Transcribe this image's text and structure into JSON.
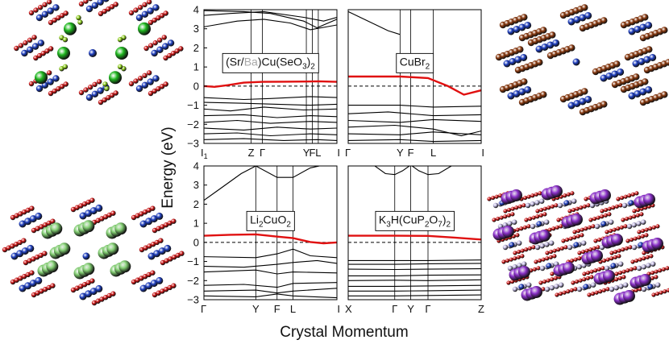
{
  "figure": {
    "ylabel": "Energy (eV)",
    "xlabel": "Crystal Momentum"
  },
  "chart_data": [
    {
      "type": "line",
      "label_parts": [
        {
          "t": "(Sr/",
          "sub": false,
          "gray": false
        },
        {
          "t": "Ba",
          "sub": false,
          "gray": true
        },
        {
          "t": ")Cu(SeO",
          "sub": false,
          "gray": false
        },
        {
          "t": "3",
          "sub": true,
          "gray": false
        },
        {
          "t": ")",
          "sub": false,
          "gray": false
        },
        {
          "t": "2",
          "sub": true,
          "gray": false
        }
      ],
      "ylim": [
        -3,
        4
      ],
      "yticks": [
        4,
        3,
        2,
        1,
        0,
        -1,
        -2,
        -3
      ],
      "xlim": [
        0,
        1
      ],
      "kticks": [
        {
          "x": 0.0,
          "label": "I1"
        },
        {
          "x": 0.355,
          "label": "Z"
        },
        {
          "x": 0.44,
          "label": "Γ"
        },
        {
          "x": 0.77,
          "label": "Y"
        },
        {
          "x": 0.815,
          "label": "F"
        },
        {
          "x": 0.86,
          "label": "L"
        },
        {
          "x": 1.0,
          "label": "I"
        }
      ],
      "fermi_level": 0,
      "highlight_band": [
        [
          0,
          0.0
        ],
        [
          0.08,
          -0.04
        ],
        [
          0.18,
          0.05
        ],
        [
          0.3,
          0.18
        ],
        [
          0.44,
          0.22
        ],
        [
          0.6,
          0.23
        ],
        [
          0.77,
          0.24
        ],
        [
          0.86,
          0.25
        ],
        [
          1.0,
          0.22
        ]
      ],
      "bands": [
        [
          [
            0,
            -0.6
          ],
          [
            0.3,
            -0.7
          ],
          [
            0.5,
            -0.65
          ],
          [
            0.8,
            -0.55
          ],
          [
            1,
            -0.6
          ]
        ],
        [
          [
            0,
            -0.85
          ],
          [
            0.3,
            -0.9
          ],
          [
            0.55,
            -0.95
          ],
          [
            0.8,
            -1.0
          ],
          [
            1,
            -0.95
          ]
        ],
        [
          [
            0,
            -1.2
          ],
          [
            0.2,
            -1.3
          ],
          [
            0.45,
            -1.1
          ],
          [
            0.75,
            -1.25
          ],
          [
            1,
            -1.2
          ]
        ],
        [
          [
            0,
            -1.55
          ],
          [
            0.3,
            -1.5
          ],
          [
            0.55,
            -1.65
          ],
          [
            0.8,
            -1.55
          ],
          [
            1,
            -1.6
          ]
        ],
        [
          [
            0,
            -1.9
          ],
          [
            0.25,
            -1.8
          ],
          [
            0.5,
            -1.95
          ],
          [
            0.8,
            -1.85
          ],
          [
            1,
            -1.9
          ]
        ],
        [
          [
            0,
            -2.2
          ],
          [
            0.3,
            -2.3
          ],
          [
            0.55,
            -2.15
          ],
          [
            0.8,
            -2.25
          ],
          [
            1,
            -2.2
          ]
        ],
        [
          [
            0,
            -2.5
          ],
          [
            0.25,
            -2.45
          ],
          [
            0.5,
            -2.6
          ],
          [
            0.8,
            -2.5
          ],
          [
            1,
            -2.55
          ]
        ],
        [
          [
            0,
            -2.8
          ],
          [
            0.3,
            -2.75
          ],
          [
            0.6,
            -2.85
          ],
          [
            0.85,
            -2.8
          ],
          [
            1,
            -2.85
          ]
        ],
        [
          [
            0,
            3.7
          ],
          [
            0.2,
            3.8
          ],
          [
            0.45,
            3.9
          ],
          [
            0.75,
            3.6
          ],
          [
            0.9,
            3.4
          ],
          [
            1,
            3.6
          ]
        ],
        [
          [
            0,
            3.95
          ],
          [
            0.3,
            3.9
          ],
          [
            0.5,
            3.8
          ],
          [
            0.75,
            3.4
          ],
          [
            0.85,
            3.05
          ],
          [
            1,
            3.5
          ]
        ],
        [
          [
            0,
            3.1
          ],
          [
            0.25,
            3.4
          ],
          [
            0.45,
            3.5
          ],
          [
            0.65,
            3.3
          ],
          [
            0.8,
            2.95
          ],
          [
            1,
            3.2
          ]
        ]
      ]
    },
    {
      "type": "line",
      "label_parts": [
        {
          "t": "CuBr",
          "sub": false,
          "gray": false
        },
        {
          "t": "2",
          "sub": true,
          "gray": false
        }
      ],
      "ylim": [
        -3,
        4
      ],
      "yticks": [],
      "xlim": [
        0,
        1
      ],
      "kticks": [
        {
          "x": 0.0,
          "label": "Γ"
        },
        {
          "x": 0.39,
          "label": "Y"
        },
        {
          "x": 0.47,
          "label": "F"
        },
        {
          "x": 0.64,
          "label": "L"
        },
        {
          "x": 1.0,
          "label": "I"
        }
      ],
      "fermi_level": 0,
      "highlight_band": [
        [
          0,
          0.5
        ],
        [
          0.39,
          0.5
        ],
        [
          0.6,
          0.42
        ],
        [
          0.75,
          0.0
        ],
        [
          0.87,
          -0.45
        ],
        [
          1.0,
          -0.22
        ]
      ],
      "bands": [
        [
          [
            0,
            -1.0
          ],
          [
            0.39,
            -1.0
          ],
          [
            0.64,
            -1.1
          ],
          [
            1,
            -1.05
          ]
        ],
        [
          [
            0,
            -1.45
          ],
          [
            0.3,
            -1.35
          ],
          [
            0.64,
            -1.55
          ],
          [
            1,
            -1.5
          ]
        ],
        [
          [
            0,
            -1.8
          ],
          [
            0.39,
            -1.9
          ],
          [
            0.64,
            -1.75
          ],
          [
            1,
            -1.85
          ]
        ],
        [
          [
            0,
            -2.15
          ],
          [
            0.35,
            -2.05
          ],
          [
            0.64,
            -2.25
          ],
          [
            0.85,
            -2.6
          ],
          [
            1,
            -2.35
          ]
        ],
        [
          [
            0,
            -2.5
          ],
          [
            0.39,
            -2.55
          ],
          [
            0.64,
            -2.4
          ],
          [
            1,
            -2.55
          ]
        ],
        [
          [
            0,
            -2.85
          ],
          [
            0.39,
            -2.8
          ],
          [
            0.64,
            -2.9
          ],
          [
            1,
            -2.85
          ]
        ],
        [
          [
            0,
            3.9
          ],
          [
            0.12,
            3.5
          ],
          [
            0.3,
            2.9
          ],
          [
            0.39,
            2.7
          ]
        ]
      ]
    },
    {
      "type": "line",
      "label_parts": [
        {
          "t": "Li",
          "sub": false,
          "gray": false
        },
        {
          "t": "2",
          "sub": true,
          "gray": false
        },
        {
          "t": "CuO",
          "sub": false,
          "gray": false
        },
        {
          "t": "2",
          "sub": true,
          "gray": false
        }
      ],
      "ylim": [
        -3,
        4
      ],
      "yticks": [
        4,
        3,
        2,
        1,
        0,
        -1,
        -2,
        -3
      ],
      "xlim": [
        0,
        1
      ],
      "kticks": [
        {
          "x": 0.0,
          "label": "Γ"
        },
        {
          "x": 0.39,
          "label": "Y"
        },
        {
          "x": 0.55,
          "label": "F"
        },
        {
          "x": 0.67,
          "label": "L"
        },
        {
          "x": 1.0,
          "label": "I"
        }
      ],
      "fermi_level": 0,
      "highlight_band": [
        [
          0,
          0.35
        ],
        [
          0.2,
          0.4
        ],
        [
          0.39,
          0.42
        ],
        [
          0.55,
          0.3
        ],
        [
          0.67,
          0.22
        ],
        [
          0.8,
          0.02
        ],
        [
          0.9,
          -0.05
        ],
        [
          1.0,
          0.0
        ]
      ],
      "bands": [
        [
          [
            0,
            2.2
          ],
          [
            0.12,
            2.8
          ],
          [
            0.28,
            3.6
          ],
          [
            0.39,
            4.0
          ],
          [
            0.55,
            3.4
          ],
          [
            0.67,
            3.4
          ],
          [
            0.8,
            3.9
          ],
          [
            1,
            4.2
          ]
        ],
        [
          [
            0,
            -0.75
          ],
          [
            0.39,
            -0.8
          ],
          [
            0.55,
            -0.6
          ],
          [
            0.67,
            -0.35
          ],
          [
            0.8,
            -0.7
          ],
          [
            1,
            -0.8
          ]
        ],
        [
          [
            0,
            -1.25
          ],
          [
            0.3,
            -1.3
          ],
          [
            0.55,
            -1.15
          ],
          [
            0.67,
            -1.05
          ],
          [
            0.85,
            -0.95
          ],
          [
            1,
            -1.1
          ]
        ],
        [
          [
            0,
            -1.55
          ],
          [
            0.39,
            -1.45
          ],
          [
            0.55,
            -1.65
          ],
          [
            0.67,
            -1.55
          ],
          [
            1,
            -1.6
          ]
        ],
        [
          [
            0,
            -2.25
          ],
          [
            0.3,
            -2.2
          ],
          [
            0.55,
            -2.35
          ],
          [
            0.67,
            -2.15
          ],
          [
            1,
            -2.1
          ]
        ],
        [
          [
            0,
            -2.55
          ],
          [
            0.39,
            -2.5
          ],
          [
            0.55,
            -2.65
          ],
          [
            0.67,
            -2.55
          ],
          [
            1,
            -2.4
          ]
        ],
        [
          [
            0,
            -2.8
          ],
          [
            0.39,
            -2.85
          ],
          [
            0.55,
            -2.7
          ],
          [
            0.67,
            -2.8
          ],
          [
            1,
            -2.9
          ]
        ]
      ]
    },
    {
      "type": "line",
      "label_parts": [
        {
          "t": "K",
          "sub": false,
          "gray": false
        },
        {
          "t": "3",
          "sub": true,
          "gray": false
        },
        {
          "t": "H(CuP",
          "sub": false,
          "gray": false
        },
        {
          "t": "2",
          "sub": true,
          "gray": false
        },
        {
          "t": "O",
          "sub": false,
          "gray": false
        },
        {
          "t": "7",
          "sub": true,
          "gray": false
        },
        {
          "t": ")",
          "sub": false,
          "gray": false
        },
        {
          "t": "2",
          "sub": true,
          "gray": false
        }
      ],
      "ylim": [
        -3,
        4
      ],
      "yticks": [],
      "xlim": [
        0,
        1
      ],
      "kticks": [
        {
          "x": 0.0,
          "label": "X"
        },
        {
          "x": 0.35,
          "label": "Γ"
        },
        {
          "x": 0.47,
          "label": "Y"
        },
        {
          "x": 0.6,
          "label": "Γ"
        },
        {
          "x": 1.0,
          "label": "Z"
        }
      ],
      "fermi_level": 0,
      "highlight_band": [
        [
          0,
          0.35
        ],
        [
          0.35,
          0.35
        ],
        [
          0.6,
          0.34
        ],
        [
          0.8,
          0.25
        ],
        [
          1.0,
          0.15
        ]
      ],
      "bands": [
        [
          [
            0.18,
            4.1
          ],
          [
            0.28,
            3.6
          ],
          [
            0.35,
            3.55
          ],
          [
            0.41,
            3.75
          ],
          [
            0.47,
            4.05
          ],
          [
            0.53,
            3.75
          ],
          [
            0.6,
            3.55
          ],
          [
            0.68,
            3.6
          ],
          [
            0.8,
            4.1
          ]
        ],
        [
          [
            0,
            -0.95
          ],
          [
            0.35,
            -0.95
          ],
          [
            0.6,
            -0.95
          ],
          [
            1,
            -0.92
          ]
        ],
        [
          [
            0,
            -1.15
          ],
          [
            0.35,
            -1.15
          ],
          [
            0.6,
            -1.12
          ],
          [
            1,
            -1.1
          ]
        ],
        [
          [
            0,
            -1.4
          ],
          [
            0.35,
            -1.42
          ],
          [
            0.6,
            -1.4
          ],
          [
            1,
            -1.38
          ]
        ],
        [
          [
            0,
            -1.75
          ],
          [
            0.35,
            -1.75
          ],
          [
            0.6,
            -1.72
          ],
          [
            1,
            -1.7
          ]
        ],
        [
          [
            0,
            -2.0
          ],
          [
            0.35,
            -1.98
          ],
          [
            0.6,
            -2.0
          ],
          [
            1,
            -1.96
          ]
        ],
        [
          [
            0,
            -2.3
          ],
          [
            0.35,
            -2.3
          ],
          [
            0.6,
            -2.28
          ],
          [
            1,
            -2.25
          ]
        ],
        [
          [
            0,
            -2.55
          ],
          [
            0.35,
            -2.55
          ],
          [
            0.6,
            -2.53
          ],
          [
            1,
            -2.5
          ]
        ],
        [
          [
            0,
            -2.8
          ],
          [
            0.35,
            -2.8
          ],
          [
            0.6,
            -2.78
          ],
          [
            1,
            -2.75
          ]
        ]
      ]
    }
  ],
  "structures": [
    {
      "name": "srcuseo3-structure",
      "colors": {
        "cu": "#2040c0",
        "o": "#d01818",
        "se": "#90d020",
        "cation": "#20b820"
      }
    },
    {
      "name": "cubr2-structure",
      "colors": {
        "cu": "#2040c0",
        "br": "#8a3a10"
      }
    },
    {
      "name": "li2cuo2-structure",
      "colors": {
        "cu": "#2040c0",
        "o": "#d01818",
        "li": "#80cc70"
      }
    },
    {
      "name": "k3hcup2o7-structure",
      "colors": {
        "cu": "#2040c0",
        "o": "#d01818",
        "p": "#c0b8e0",
        "k": "#8a30c8"
      }
    }
  ],
  "colors": {
    "highlight": "#e01010",
    "bands": "#000000",
    "fermi": "#000000"
  }
}
